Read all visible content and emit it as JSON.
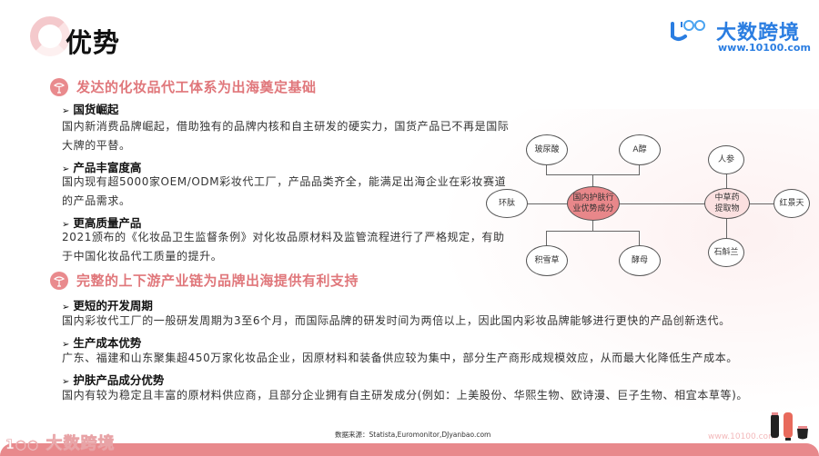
{
  "header": {
    "title": "优势",
    "brand_name": "大数跨境",
    "brand_url": "www.10100.com",
    "accent_color": "#e0777b",
    "brand_color": "#2a7de1"
  },
  "sections": [
    {
      "title": "发达的化妆品代工体系为出海奠定基础",
      "icon": "cosmetics-icon",
      "items": [
        {
          "heading": "国货崛起",
          "lines": [
            "国内新消费品牌崛起，借助独有的品牌内核和自主研发的硬实力，国货产品已不再是国际",
            "大牌的平替。"
          ]
        },
        {
          "heading": "产品丰富度高",
          "lines": [
            "国内现有超5000家OEM/ODM彩妆代工厂，产品品类齐全，能满足出海企业在彩妆赛道",
            "的产品需求。"
          ]
        },
        {
          "heading": "更高质量产品",
          "lines": [
            "2021颁布的《化妆品卫生监督条例》对化妆品原材料及监管流程进行了严格规定，有助",
            "于中国化妆品代工质量的提升。"
          ]
        }
      ]
    },
    {
      "title": "完整的上下游产业链为品牌出海提供有利支持",
      "icon": "cosmetics-icon",
      "items": [
        {
          "heading": "更短的开发周期",
          "lines": [
            "国内彩妆代工厂的一般研发周期为3至6个月，而国际品牌的研发时间为两倍以上，因此国内彩妆品牌能够进行更快的产品创新迭代。"
          ]
        },
        {
          "heading": "生产成本优势",
          "lines": [
            "广东、福建和山东聚集超450万家化妆品企业，因原材料和装备供应较为集中，部分生产商形成规模效应，从而最大化降低生产成本。"
          ]
        },
        {
          "heading": "护肤产品成分优势",
          "lines": [
            "国内有较为稳定且丰富的原材料供应商，且部分企业拥有自主研发成分(例如：上美股份、华熙生物、欧诗漫、巨子生物、相宜本草等)。"
          ]
        }
      ]
    }
  ],
  "diagram": {
    "core": "国内护肤行业优势成分",
    "core_lines": [
      "国内护肤行",
      "业优势成分"
    ],
    "core_color": "#e8878a",
    "nodes": [
      "玻尿酸",
      "A醇",
      "环肽",
      "积雪草",
      "酵母"
    ],
    "sub_hub": "中草药提取物",
    "sub_hub_lines": [
      "中草药",
      "提取物"
    ],
    "sub_hub_color": "#fbe0e0",
    "sub_nodes": [
      "人参",
      "红景天",
      "石斛兰"
    ]
  },
  "footer": {
    "source": "数据来源：Statista,Euromonitor,DJyanbao.com",
    "brand_name": "大数跨境",
    "url": "www.10100.com",
    "band_color": "#e8898c"
  }
}
